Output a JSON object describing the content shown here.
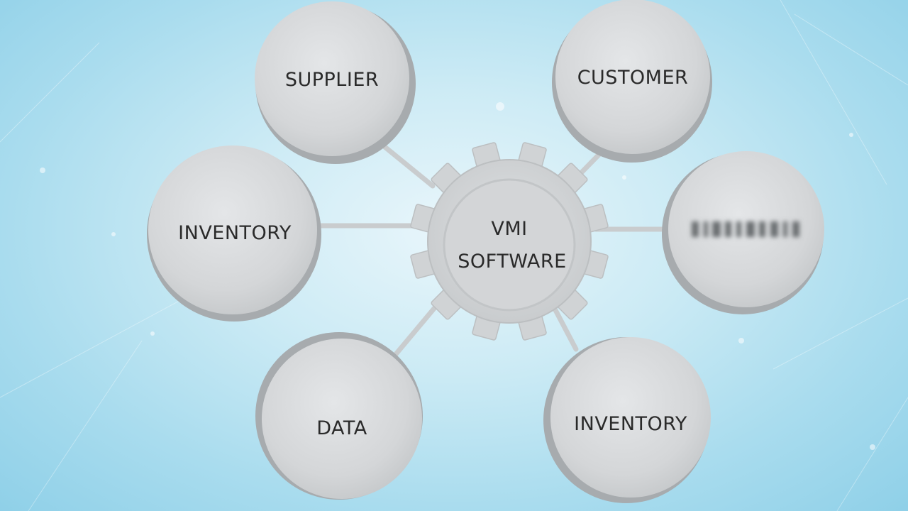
{
  "center": {
    "line1": "VMI",
    "line2": "SOFTWARE",
    "icon": "gear-icon"
  },
  "nodes": [
    {
      "id": "supplier",
      "label": "SUPPLIER"
    },
    {
      "id": "customer",
      "label": "CUSTOMER"
    },
    {
      "id": "inventory-left",
      "label": "INVENTORY"
    },
    {
      "id": "blurred-right",
      "label": ""
    },
    {
      "id": "data",
      "label": "DATA"
    },
    {
      "id": "inventory-bottom",
      "label": "INVENTORY"
    }
  ],
  "colors": {
    "background": "#bfe6f3",
    "node_fill": "#d6d8da",
    "node_shadow": "#a9acae",
    "connector": "#c9ccce",
    "text": "#2a2a2a"
  }
}
